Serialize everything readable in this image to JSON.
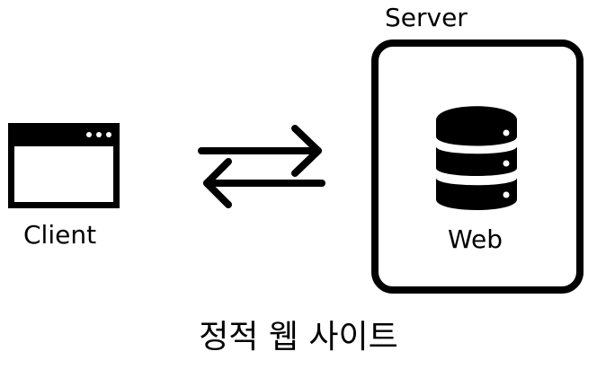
{
  "client": {
    "label": "Client"
  },
  "server": {
    "label": "Server",
    "inner_label": "Web"
  },
  "caption": "정적 웹 사이트",
  "icons": {
    "client": "browser-window-icon",
    "arrows": "bidirectional-arrows-icon",
    "server": "database-icon"
  },
  "colors": {
    "stroke": "#000000",
    "background": "#ffffff"
  }
}
